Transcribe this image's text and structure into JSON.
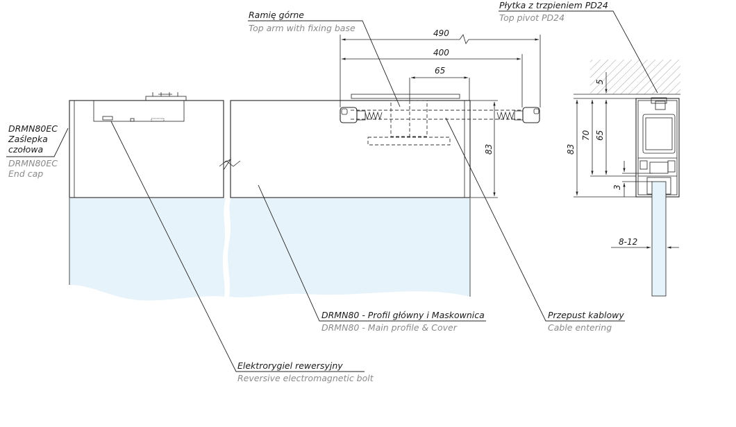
{
  "labels": {
    "end_cap_pl_1": "DRMN80EC",
    "end_cap_pl_2": "Zaślepka",
    "end_cap_pl_3": "czołowa",
    "end_cap_en_1": "DRMN80EC",
    "end_cap_en_2": "End cap",
    "top_arm_pl": "Ramię górne",
    "top_arm_en": "Top arm with fixing base",
    "top_pivot_pl": "Płytka z trzpieniem PD24",
    "top_pivot_en": "Top pivot PD24",
    "main_profile_pl": "DRMN80 - Profil główny i Maskownica",
    "main_profile_en": "DRMN80 - Main profile & Cover",
    "cable_pl": "Przepust kablowy",
    "cable_en": "Cable entering",
    "bolt_pl": "Elektrorygiel rewersyjny",
    "bolt_en": "Reversive electromagnetic bolt"
  },
  "dimensions": {
    "d490": "490",
    "d400": "400",
    "d65_top": "65",
    "d83_side": "83",
    "d83_section": "83",
    "d70": "70",
    "d65_section": "65",
    "d5": "5",
    "d3": "3",
    "d8_12": "8-12"
  },
  "colors": {
    "glass": "#e6f3fa",
    "line": "#222222",
    "subtext": "#8a8a8a"
  }
}
